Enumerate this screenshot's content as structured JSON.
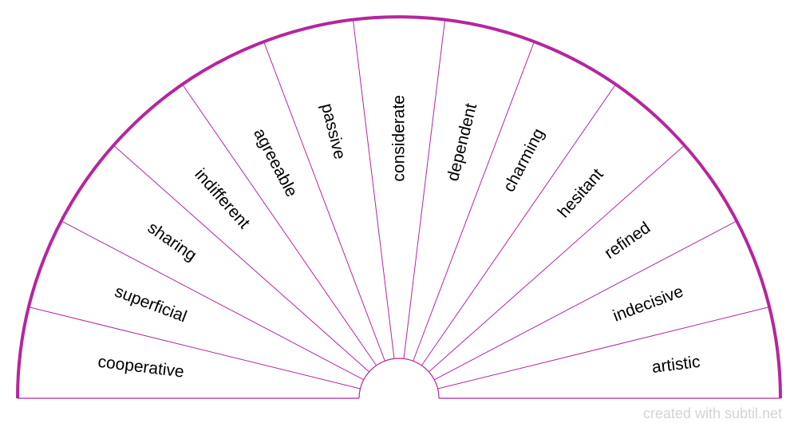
{
  "pendulum": {
    "segments": [
      "cooperative",
      "superficial",
      "sharing",
      "indifferent",
      "agreeable",
      "passive",
      "considerate",
      "dependent",
      "charming",
      "hesitant",
      "refined",
      "indecisive",
      "artistic"
    ],
    "colors": {
      "outline": "#b5269e",
      "text": "#000000",
      "background": "#ffffff"
    }
  },
  "footer": {
    "credit": "created with subtil.net"
  }
}
